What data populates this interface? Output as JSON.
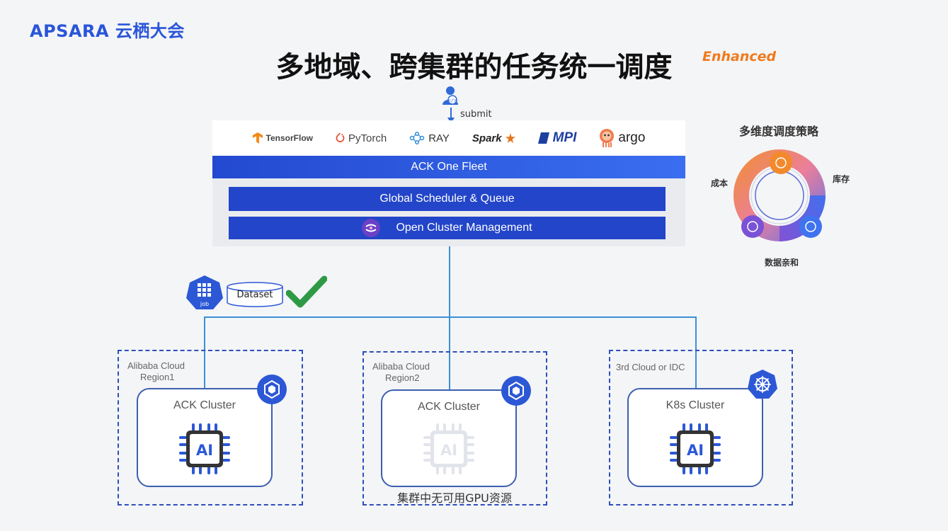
{
  "header": {
    "logo_text": "APSARA 云栖大会",
    "title": "多地域、跨集群的任务统一调度",
    "badge": "Enhanced"
  },
  "submit": {
    "label": "submit",
    "icon": "developer-user-icon"
  },
  "frameworks": [
    {
      "name": "TensorFlow",
      "icon": "tensorflow-icon"
    },
    {
      "name": "PyTorch",
      "icon": "pytorch-icon"
    },
    {
      "name": "RAY",
      "icon": "ray-icon"
    },
    {
      "name": "Spark",
      "icon": "spark-icon"
    },
    {
      "name": "MPI",
      "icon": "mpi-icon"
    },
    {
      "name": "argo",
      "icon": "argo-icon"
    }
  ],
  "fleet": {
    "ack_label": "ACK One Fleet",
    "scheduler_label": "Global Scheduler & Queue",
    "ocm_label": "Open Cluster Management"
  },
  "job": {
    "icon_label": "job",
    "dataset_label": "Dataset"
  },
  "regions": [
    {
      "label_line1": "Alibaba Cloud",
      "label_line2": "Region1",
      "cluster": "ACK Cluster",
      "chip": "AI",
      "available": true
    },
    {
      "label_line1": "Alibaba Cloud",
      "label_line2": "Region2",
      "cluster": "ACK Cluster",
      "chip": "AI",
      "available": false
    },
    {
      "label_line1": "3rd Cloud or IDC",
      "label_line2": "",
      "cluster": "K8s Cluster",
      "chip": "AI",
      "available": true
    }
  ],
  "gpu_note": "集群中无可用GPU资源",
  "strategy": {
    "title": "多维度调度策略",
    "labels": {
      "cost": "成本",
      "inventory": "库存",
      "affinity": "数据亲和"
    }
  },
  "colors": {
    "brand_blue": "#2345c9",
    "accent_orange": "#f07a1d",
    "connector": "#3a8fd6",
    "check_green": "#2e9a45"
  }
}
